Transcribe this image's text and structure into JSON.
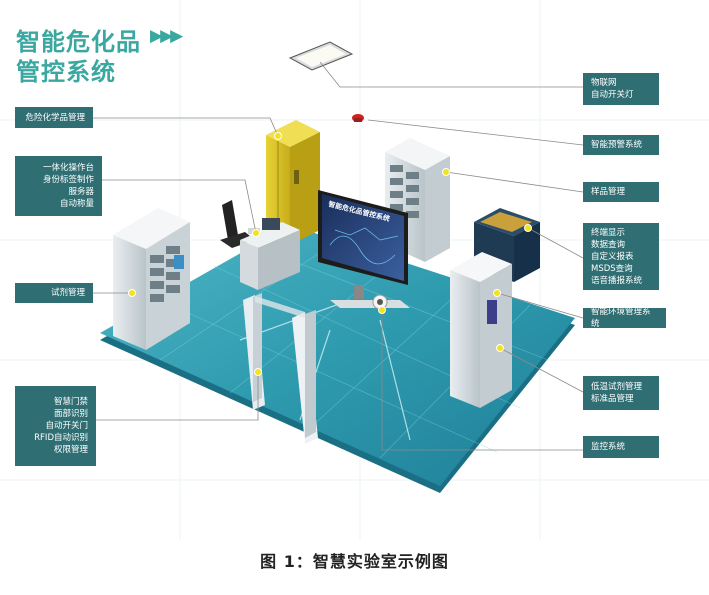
{
  "title": {
    "line1": "智能危化品",
    "line2": "管控系统",
    "arrows": "▶▶▶"
  },
  "labels": {
    "hazmat_mgmt": "危险化学品管理",
    "workstation": [
      "一体化操作台",
      "身份标签制作",
      "服务器",
      "自动称量"
    ],
    "reagent_mgmt": "试剂管理",
    "access": [
      "智慧门禁",
      "面部识别",
      "自动开关门",
      "RFID自动识别",
      "权限管理"
    ],
    "iot": [
      "物联网",
      "自动开关灯"
    ],
    "alarm": "智能预警系统",
    "sample": "样品管理",
    "terminal": [
      "终端显示",
      "数据查询",
      "自定义报表",
      "MSDS查询",
      "语音播报系统"
    ],
    "env": "智能环境管理系统",
    "lowtemp": [
      "低温试剂管理",
      "标准品管理"
    ],
    "monitor": "监控系统"
  },
  "screen_text": "智能危化品管控系统",
  "caption": "图 1：智慧实验室示例图",
  "colors": {
    "label_bg": "#2f6e73",
    "title": "#3aa7a0",
    "floor": "#2e9fb0",
    "dot": "#f3e21c"
  }
}
